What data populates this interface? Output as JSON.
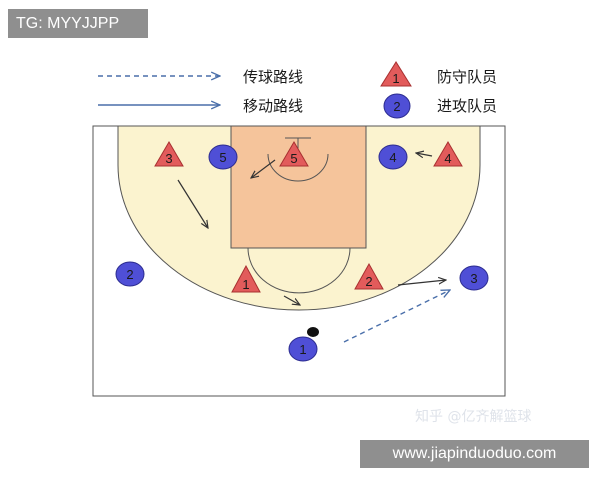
{
  "tag": {
    "text": "TG: MYYJJPP"
  },
  "legend": {
    "pass_route": "传球路线",
    "move_route": "移动路线",
    "defender": "防守队员",
    "attacker": "进攻队员",
    "defender_sample": "1",
    "attacker_sample": "2"
  },
  "players": {
    "defenders": [
      "3",
      "5",
      "4",
      "1",
      "2"
    ],
    "attackers": [
      "5",
      "4",
      "2",
      "3",
      "1"
    ]
  },
  "watermark": {
    "text": "知乎 @亿齐解篮球"
  },
  "banner": {
    "text": "www.jiapinduoduo.com"
  },
  "colors": {
    "court_fill": "#fbf3cf",
    "paint_fill": "#f5c49b",
    "defender_fill": "#e25b5b",
    "attacker_fill": "#4f4fd6",
    "route_color": "#4a6faa",
    "move_arrow_color": "#333333"
  }
}
